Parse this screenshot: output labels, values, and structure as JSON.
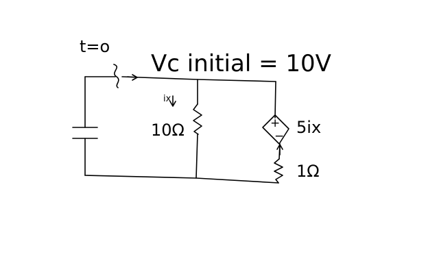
{
  "labels": {
    "switch_time": "t=o",
    "cap_initial": "Vc initial = 10V",
    "current": "ix",
    "resistor_left": "10Ω",
    "source": "5ix",
    "resistor_right": "1Ω",
    "source_plus": "+",
    "source_minus": "−"
  },
  "colors": {
    "ink": "#000000",
    "background": "#ffffff"
  }
}
